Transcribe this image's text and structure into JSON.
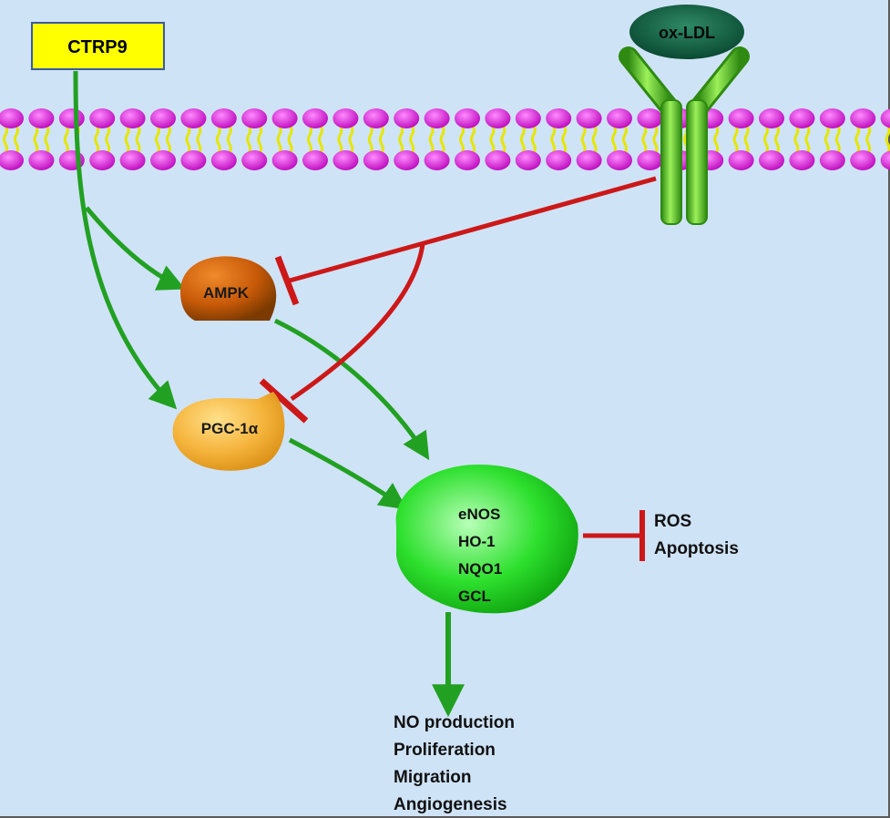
{
  "nodes": {
    "ligand": "CTRP9",
    "receptor_ligand": "ox-LDL",
    "ampk": "AMPK",
    "pgc": "PGC-1α"
  },
  "targets": [
    "eNOS",
    "HO-1",
    "NQO1",
    "GCL"
  ],
  "inhibited_outputs": [
    "ROS",
    "Apoptosis"
  ],
  "outcomes": [
    "NO production",
    "Proliferation",
    "Migration",
    "Angiogenesis"
  ],
  "colors": {
    "background": "#cfe3f7",
    "activation_arrow": "#22a022",
    "inhibition": "#cc1818",
    "ctrp9_box": "#ffff00",
    "ampk": "#d0620a",
    "pgc": "#f5b43c",
    "target_blob": "#2ee02e",
    "ox_ldl": "#0b5a3c",
    "receptor": "#4cc21a",
    "lipid_head": "#e020e0",
    "lipid_tail": "#e6e600"
  }
}
